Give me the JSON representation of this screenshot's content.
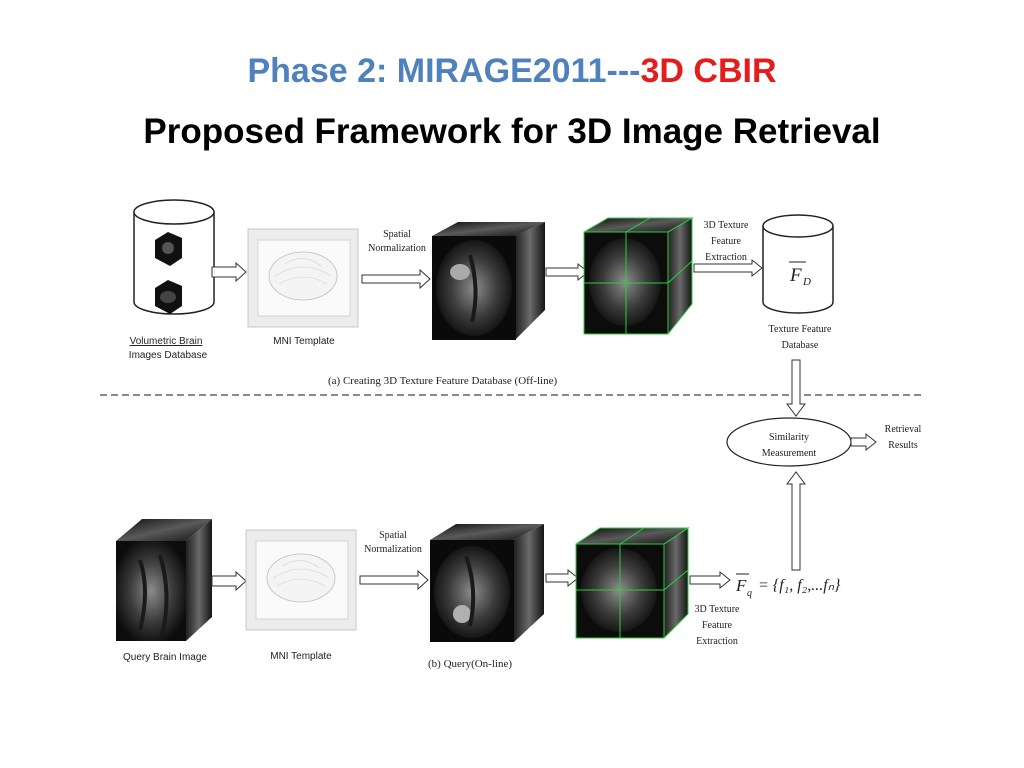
{
  "title": {
    "line1_blue": "Phase 2: MIRAGE2011---",
    "line1_red": "3D CBIR",
    "line2": "Proposed Framework for 3D Image Retrieval"
  },
  "colors": {
    "title_blue": "#4f81bd",
    "title_red": "#e31d1d",
    "grid_green": "#2ecc40"
  },
  "offline": {
    "db_label_1": "Volumetric  Brain",
    "db_label_2": "Images Database",
    "mni_label": "MNI Template",
    "spatial_1": "Spatial",
    "spatial_2": "Normalization",
    "feature_1": "3D Texture",
    "feature_2": "Feature",
    "feature_3": "Extraction",
    "fd_symbol": "F",
    "fd_sub": "D",
    "tex_db_1": "Texture Feature",
    "tex_db_2": "Database",
    "caption": "(a)   Creating 3D Texture Feature Database (Off-line)"
  },
  "similarity": {
    "label_1": "Similarity",
    "label_2": "Measurement",
    "results_1": "Retrieval",
    "results_2": "Results"
  },
  "online": {
    "query_label": "Query Brain Image",
    "mni_label": "MNI Template",
    "spatial_1": "Spatial",
    "spatial_2": "Normalization",
    "feature_1": "3D Texture",
    "feature_2": "Feature",
    "feature_3": "Extraction",
    "fq_formula": "F",
    "fq_sub": "q",
    "fq_rhs": "= {f₁, f₂,...fₙ}",
    "caption": "(b)   Query(On-line)"
  }
}
